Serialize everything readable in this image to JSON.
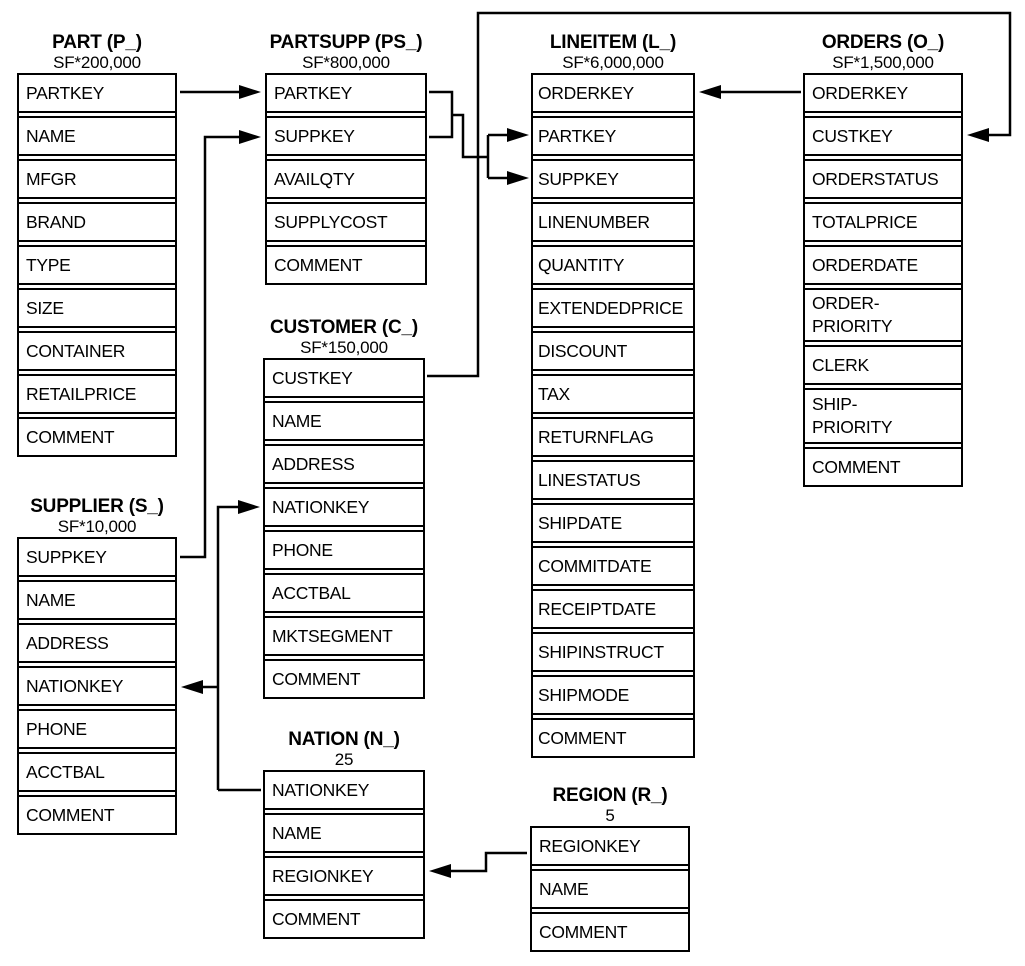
{
  "tables": {
    "part": {
      "title": "PART (P_)",
      "subtitle": "SF*200,000",
      "rows": [
        "PARTKEY",
        "NAME",
        "MFGR",
        "BRAND",
        "TYPE",
        "SIZE",
        "CONTAINER",
        "RETAILPRICE",
        "COMMENT"
      ]
    },
    "partsupp": {
      "title": "PARTSUPP (PS_)",
      "subtitle": "SF*800,000",
      "rows": [
        "PARTKEY",
        "SUPPKEY",
        "AVAILQTY",
        "SUPPLYCOST",
        "COMMENT"
      ]
    },
    "lineitem": {
      "title": "LINEITEM (L_)",
      "subtitle": "SF*6,000,000",
      "rows": [
        "ORDERKEY",
        "PARTKEY",
        "SUPPKEY",
        "LINENUMBER",
        "QUANTITY",
        "EXTENDEDPRICE",
        "DISCOUNT",
        "TAX",
        "RETURNFLAG",
        "LINESTATUS",
        "SHIPDATE",
        "COMMITDATE",
        "RECEIPTDATE",
        "SHIPINSTRUCT",
        "SHIPMODE",
        "COMMENT"
      ]
    },
    "orders": {
      "title": "ORDERS (O_)",
      "subtitle": "SF*1,500,000",
      "rows": [
        "ORDERKEY",
        "CUSTKEY",
        "ORDERSTATUS",
        "TOTALPRICE",
        "ORDERDATE",
        "ORDER-\nPRIORITY",
        "CLERK",
        "SHIP-\nPRIORITY",
        "COMMENT"
      ]
    },
    "customer": {
      "title": "CUSTOMER (C_)",
      "subtitle": "SF*150,000",
      "rows": [
        "CUSTKEY",
        "NAME",
        "ADDRESS",
        "NATIONKEY",
        "PHONE",
        "ACCTBAL",
        "MKTSEGMENT",
        "COMMENT"
      ]
    },
    "supplier": {
      "title": "SUPPLIER (S_)",
      "subtitle": "SF*10,000",
      "rows": [
        "SUPPKEY",
        "NAME",
        "ADDRESS",
        "NATIONKEY",
        "PHONE",
        "ACCTBAL",
        "COMMENT"
      ]
    },
    "nation": {
      "title": "NATION (N_)",
      "subtitle": "25",
      "rows": [
        "NATIONKEY",
        "NAME",
        "REGIONKEY",
        "COMMENT"
      ]
    },
    "region": {
      "title": "REGION (R_)",
      "subtitle": "5",
      "rows": [
        "REGIONKEY",
        "NAME",
        "COMMENT"
      ]
    }
  },
  "relationships": [
    {
      "from": "PART.PARTKEY",
      "to": "PARTSUPP.PARTKEY"
    },
    {
      "from": "SUPPLIER.SUPPKEY",
      "to": "PARTSUPP.SUPPKEY"
    },
    {
      "from": "PARTSUPP.PARTKEY",
      "to": "LINEITEM.PARTKEY"
    },
    {
      "from": "PARTSUPP.SUPPKEY",
      "to": "LINEITEM.SUPPKEY"
    },
    {
      "from": "ORDERS.ORDERKEY",
      "to": "LINEITEM.ORDERKEY"
    },
    {
      "from": "CUSTOMER.CUSTKEY",
      "to": "ORDERS.CUSTKEY"
    },
    {
      "from": "NATION.NATIONKEY",
      "to": "CUSTOMER.NATIONKEY"
    },
    {
      "from": "NATION.NATIONKEY",
      "to": "SUPPLIER.NATIONKEY"
    },
    {
      "from": "REGION.REGIONKEY",
      "to": "NATION.REGIONKEY"
    }
  ],
  "colors": {
    "line": "#000000",
    "background": "#ffffff",
    "text": "#000000"
  }
}
